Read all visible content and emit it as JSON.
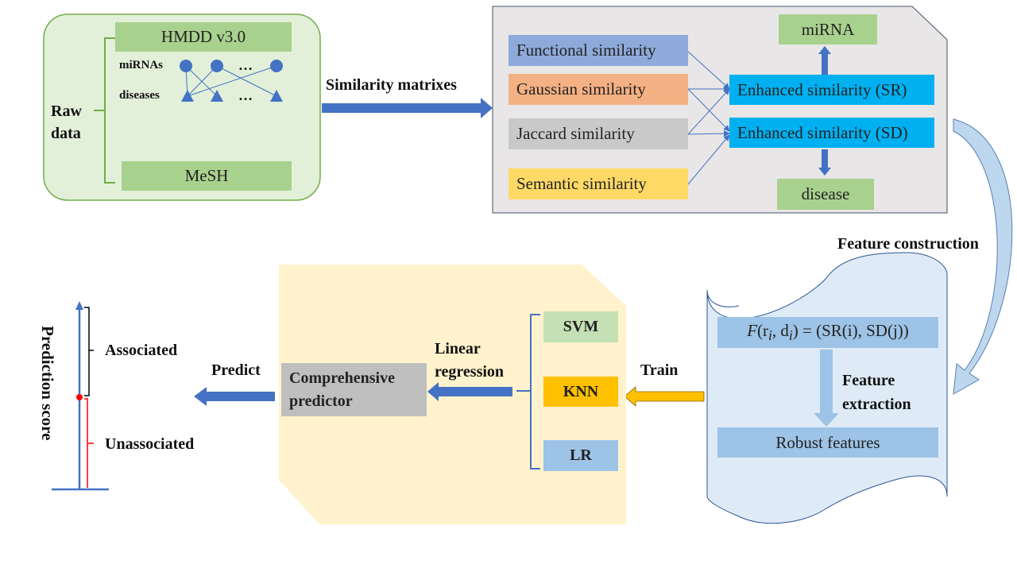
{
  "raw_data": {
    "label_line1": "Raw",
    "label_line2": "data",
    "hmdd": "HMDD v3.0",
    "mirnas": "miRNAs",
    "diseases": "diseases",
    "ellipsis": "…",
    "mesh": "MeSH"
  },
  "similarity_matrixes_label": "Similarity matrixes",
  "similarities": {
    "functional": "Functional similarity",
    "gaussian": "Gaussian similarity",
    "jaccard": "Jaccard similarity",
    "semantic": "Semantic similarity",
    "enhanced_sr": "Enhanced similarity (SR)",
    "enhanced_sd": "Enhanced similarity (SD)",
    "mirna": "miRNA",
    "disease": "disease"
  },
  "feature_construction_label": "Feature construction",
  "features": {
    "formula_prefix": "F",
    "formula_args": "(r",
    "formula_sub_i": "i",
    "formula_comma": ", d",
    "formula_sub_i2": "i",
    "formula_rest": ") = (SR(i), SD(j))",
    "feature_extraction_line1": "Feature",
    "feature_extraction_line2": "extraction",
    "robust": "Robust features"
  },
  "train_label": "Train",
  "classifiers": {
    "svm": "SVM",
    "knn": "KNN",
    "lr": "LR"
  },
  "linear_regression_line1": "Linear",
  "linear_regression_line2": "regression",
  "comprehensive_line1": "Comprehensive",
  "comprehensive_line2": "predictor",
  "predict_label": "Predict",
  "score": {
    "axis_label": "Prediction score",
    "associated": "Associated",
    "unassociated": "Unassociated"
  },
  "colors": {
    "green_panel": "#e2f0d9",
    "green_border": "#70ad47",
    "green_box": "#a9d18e",
    "gray_panel": "#e8e6e6",
    "blue_box": "#8eaadb",
    "orange_box": "#f4b183",
    "gray_box": "#c9c9c9",
    "yellow_box": "#ffd966",
    "cyan_box": "#00b0f0",
    "arrow_blue": "#4472c4",
    "cream_panel": "#fff2cc",
    "light_blue_panel": "#deebf7",
    "feature_box": "#9dc3e6",
    "knn_box": "#ffc000",
    "lr_box": "#9dc3e6",
    "red": "#ff0000"
  }
}
